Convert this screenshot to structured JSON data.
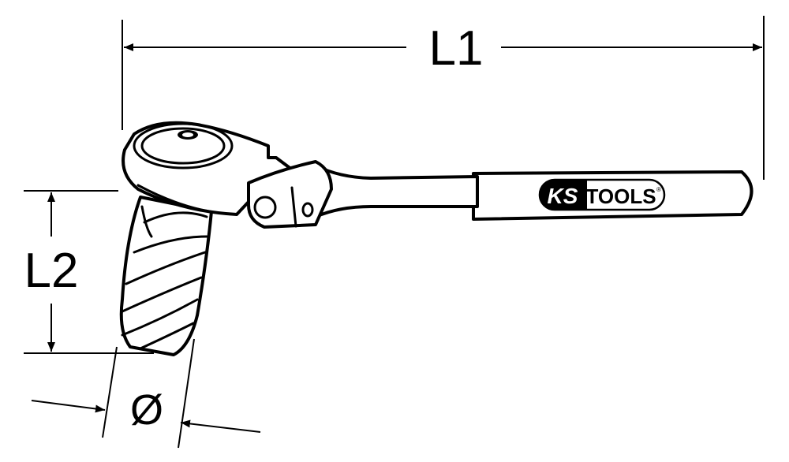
{
  "dimensions": {
    "length_label": "L1",
    "height_label": "L2",
    "diameter_label": "Ø"
  },
  "logo": {
    "brand_left": "KS",
    "brand_right": "TOOLS",
    "registered": "®"
  },
  "colors": {
    "line": "#000000",
    "background": "#ffffff"
  }
}
